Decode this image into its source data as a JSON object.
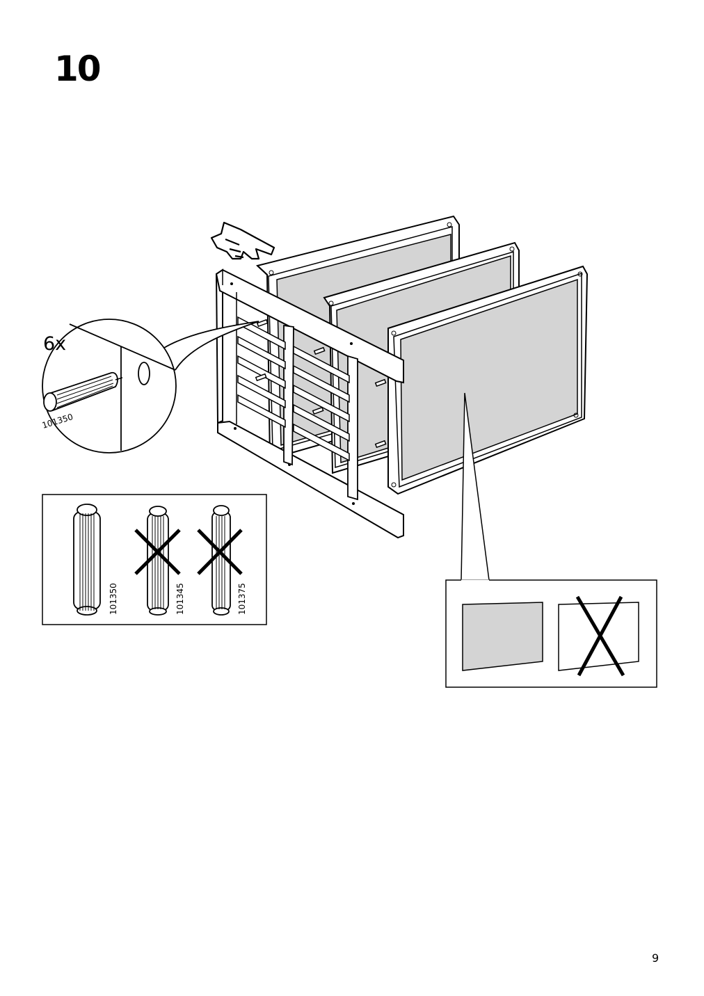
{
  "step": {
    "number": "10"
  },
  "detail": {
    "quantity": "6x",
    "part_code": "101350"
  },
  "dowel_check": {
    "correct": {
      "code": "101350"
    },
    "wrong": [
      {
        "code": "101345"
      },
      {
        "code": "101375"
      }
    ]
  },
  "page": {
    "number": "9"
  }
}
